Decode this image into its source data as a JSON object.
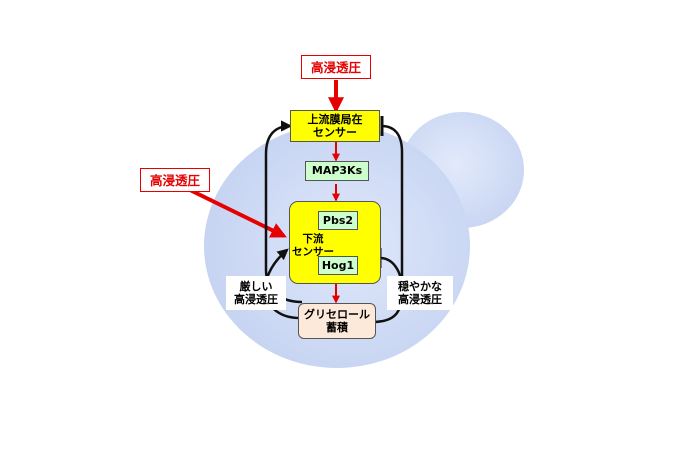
{
  "stimulus": {
    "top": "高浸透圧",
    "left": "高浸透圧"
  },
  "nodes": {
    "upstream_sensor": "上流膜局在\nセンサー",
    "map3ks": "MAP3Ks",
    "pbs2": "Pbs2",
    "downstream_sensor": "下流\nセンサー",
    "hog1": "Hog1",
    "glycerol": "グリセロール\n蓄積"
  },
  "conditions": {
    "severe": "厳しい\n高浸透圧",
    "mild": "穏やかな\n高浸透圧"
  },
  "colors": {
    "cell": "#cdd9f5",
    "stimulus": "#e60000",
    "arrow": "#e60000",
    "feedback": "#111111",
    "sensor": "#ffff00",
    "kinase": "#ccffcc",
    "product": "#fde9d9"
  }
}
